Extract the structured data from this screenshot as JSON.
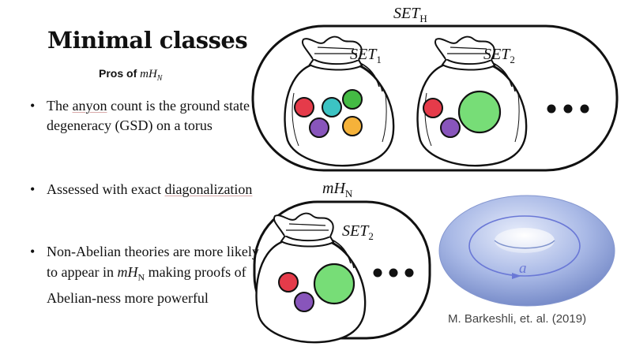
{
  "slide": {
    "title": "Minimal classes",
    "subtitle_prefix": "Pros of ",
    "subtitle_math": "mH",
    "subtitle_sub": "N"
  },
  "bullets": [
    {
      "marker": "•",
      "before": "The ",
      "underlined": "anyon",
      "after": " count is the ground state degeneracy (GSD) on a torus"
    },
    {
      "marker": "•",
      "before": "Assessed with exact ",
      "underlined": "diagonalization",
      "after": ""
    },
    {
      "marker": "•",
      "line1": "Non-Abelian theories are more likely to appear in ",
      "math": "mH",
      "math_sub": "N",
      "line2": " making proofs of Abelian-ness more powerful"
    }
  ],
  "diagram": {
    "outer_label": {
      "text": "SET",
      "sub": "H"
    },
    "bag1_label": {
      "text": "SET",
      "sub": "1"
    },
    "bag2_label": {
      "text": "SET",
      "sub": "2"
    },
    "lower_label": {
      "text": "mH",
      "sub": "N"
    },
    "lower_bag_label": {
      "text": "SET",
      "sub": "2"
    },
    "ellipsis": "• • •",
    "torus_label": "a",
    "colors": {
      "red": "#e53b4a",
      "teal": "#3cc3c3",
      "green": "#44bb44",
      "purple": "#8855bb",
      "orange": "#f5b23a",
      "big_green": "#77dd77",
      "torus": "#a7b8e8"
    }
  },
  "citation": "M. Barkeshli, et. al. (2019)"
}
